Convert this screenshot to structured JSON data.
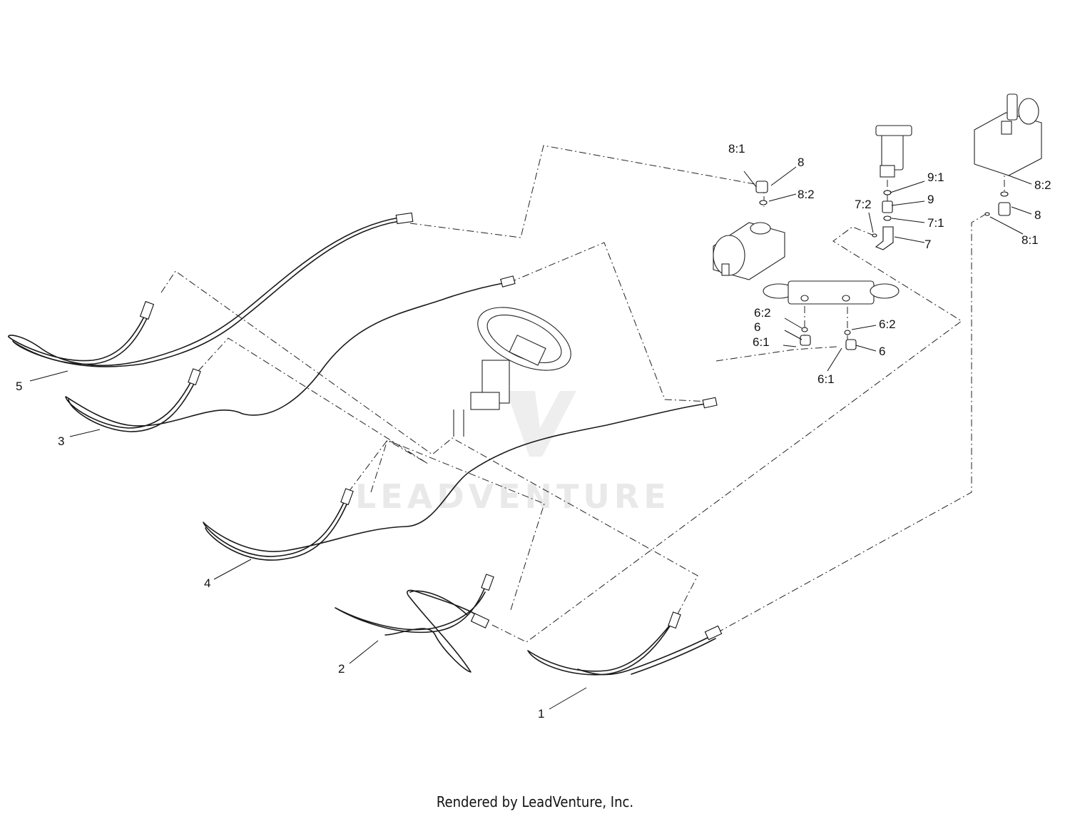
{
  "watermark": "LEADVENTURE",
  "footer": "Rendered by LeadVenture, Inc.",
  "callouts": {
    "c1": "1",
    "c2": "2",
    "c3": "3",
    "c4": "4",
    "c5": "5",
    "c6a": "6",
    "c6b": "6",
    "c6_1a": "6:1",
    "c6_1b": "6:1",
    "c6_2a": "6:2",
    "c6_2b": "6:2",
    "c7": "7",
    "c7_1": "7:1",
    "c7_2": "7:2",
    "c8a": "8",
    "c8b": "8",
    "c8_1a": "8:1",
    "c8_1b": "8:1",
    "c8_2a": "8:2",
    "c8_2b": "8:2",
    "c9": "9",
    "c9_1": "9:1"
  }
}
